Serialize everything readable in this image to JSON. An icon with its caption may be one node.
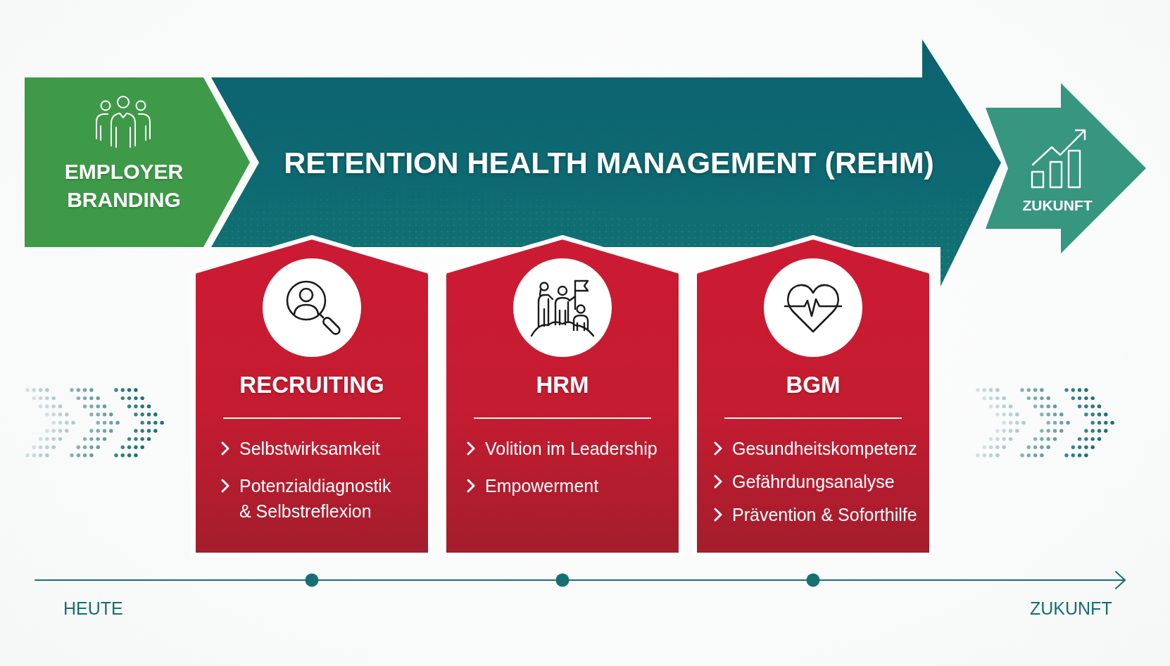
{
  "diagram": {
    "nodes": [
      {
        "text": [
          "EMPLOYER BRANDING"
        ]
      },
      {
        "text": [
          "RETENTION HEALTH MANAGEMENT (REHM)"
        ]
      },
      {
        "text": [
          "ZUKUNFT"
        ]
      },
      {
        "text": [
          "RECRUITING",
          "Selbstwirksamkeit",
          "Potenzialdiagnostik & Selbstreflexion"
        ]
      },
      {
        "text": [
          "HRM",
          "Volition im Leadership",
          "Empowerment"
        ]
      },
      {
        "text": [
          "BGM",
          "Gesundheitskompetenz",
          "Gefährdungsanalyse",
          "Prävention & Soforthilfe"
        ]
      }
    ],
    "labels": [
      "HEUTE",
      "ZUKUNFT"
    ]
  }
}
